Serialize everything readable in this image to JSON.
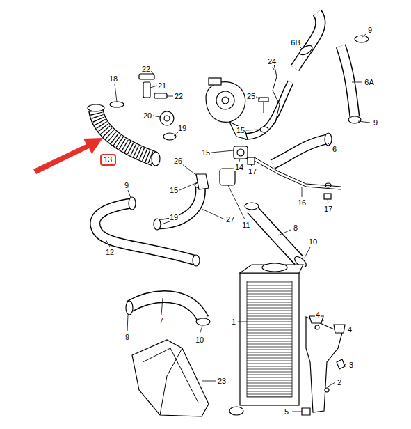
{
  "diagram": {
    "nodes": [
      {
        "text": [
          "13"
        ]
      }
    ],
    "labels": [
      "18",
      "22",
      "21",
      "22",
      "24",
      "6B",
      "9",
      "6A",
      "25",
      "20",
      "19",
      "15",
      "9",
      "15",
      "14",
      "26",
      "17",
      "6",
      "16",
      "17",
      "9",
      "15",
      "19",
      "27",
      "11",
      "12",
      "8",
      "10",
      "7",
      "9",
      "10",
      "1",
      "4",
      "4",
      "23",
      "3",
      "2",
      "5"
    ]
  }
}
